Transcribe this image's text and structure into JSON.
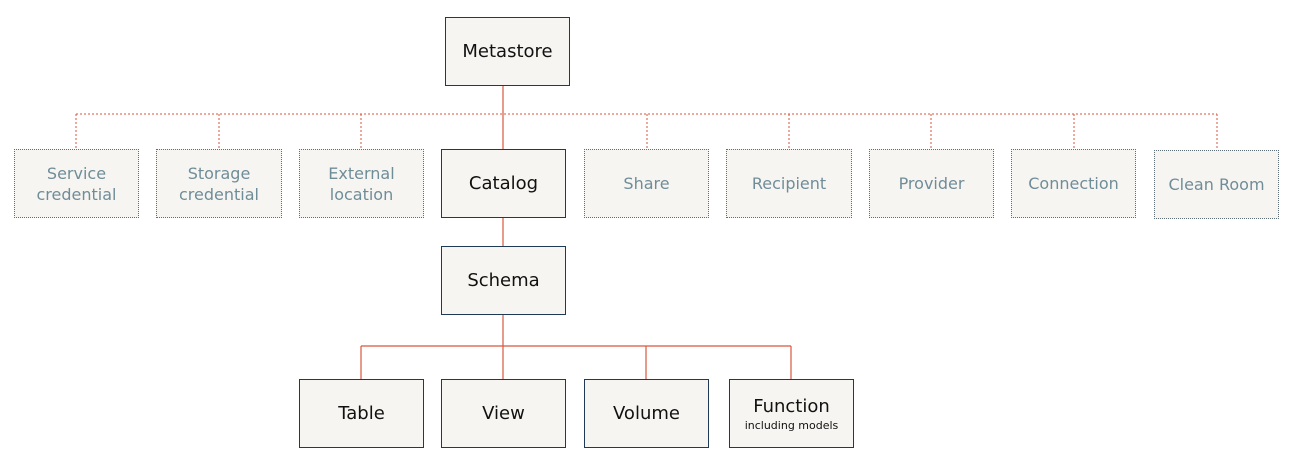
{
  "diagram": {
    "root": {
      "label": "Metastore"
    },
    "metastore_children": [
      {
        "label": "Service credential",
        "style": "dotted"
      },
      {
        "label": "Storage credential",
        "style": "dotted"
      },
      {
        "label": "External location",
        "style": "dotted"
      },
      {
        "label": "Catalog",
        "style": "solid"
      },
      {
        "label": "Share",
        "style": "dotted"
      },
      {
        "label": "Recipient",
        "style": "dotted"
      },
      {
        "label": "Provider",
        "style": "dotted"
      },
      {
        "label": "Connection",
        "style": "dotted"
      },
      {
        "label": "Clean Room",
        "style": "dotted"
      }
    ],
    "schema": {
      "label": "Schema"
    },
    "schema_children": [
      {
        "label": "Table"
      },
      {
        "label": "View"
      },
      {
        "label": "Volume"
      },
      {
        "label": "Function",
        "sublabel": "including models"
      }
    ]
  },
  "colors": {
    "connector": "#d9563f",
    "box_fill": "#f7f5f1",
    "solid_border": "#1f3a55",
    "dotted_text": "#6f8d99"
  }
}
